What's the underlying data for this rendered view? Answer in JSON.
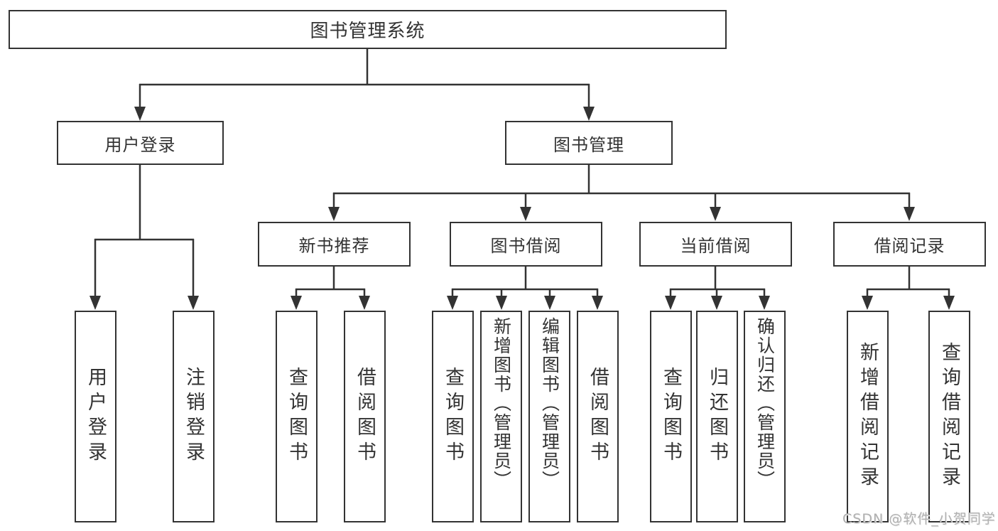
{
  "diagram": {
    "root": {
      "label": "图书管理系统"
    },
    "branches": [
      {
        "label": "用户登录",
        "children": [
          {
            "label": "用户登录"
          },
          {
            "label": "注销登录"
          }
        ]
      },
      {
        "label": "图书管理",
        "children": [
          {
            "label": "新书推荐",
            "children": [
              {
                "label": "查询图书"
              },
              {
                "label": "借阅图书"
              }
            ]
          },
          {
            "label": "图书借阅",
            "children": [
              {
                "label": "查询图书"
              },
              {
                "label": "新增图书（管理员）"
              },
              {
                "label": "编辑图书（管理员）"
              },
              {
                "label": "借阅图书"
              }
            ]
          },
          {
            "label": "当前借阅",
            "children": [
              {
                "label": "查询图书"
              },
              {
                "label": "归还图书"
              },
              {
                "label": "确认归还（管理员）"
              }
            ]
          },
          {
            "label": "借阅记录",
            "children": [
              {
                "label": "新增借阅记录"
              },
              {
                "label": "查询借阅记录"
              }
            ]
          }
        ]
      }
    ]
  },
  "watermark": {
    "text": "CSDN @软件_小贺同学"
  },
  "colors": {
    "line": "#333333",
    "text": "#333333",
    "background": "#ffffff",
    "watermark_text": "#b0b0b0"
  }
}
